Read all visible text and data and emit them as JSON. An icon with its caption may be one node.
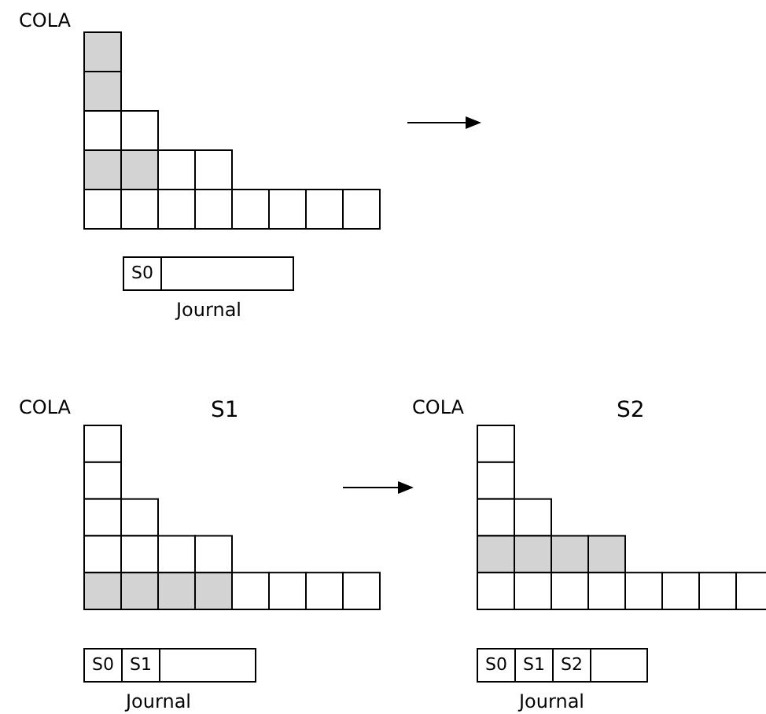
{
  "diagram": {
    "nodes": [
      {
        "text": [
          "COLA"
        ]
      },
      {
        "text": [
          "Journal"
        ]
      },
      {
        "text": [
          "S0"
        ],
        "in": 1
      },
      {
        "text": [
          "COLA",
          "S1"
        ]
      },
      {
        "text": [
          "Journal"
        ]
      },
      {
        "text": [
          "S0"
        ],
        "in": 4
      },
      {
        "text": [
          "S1"
        ],
        "in": 4
      },
      {
        "text": [
          "COLA",
          "S2"
        ]
      },
      {
        "text": [
          "Journal"
        ]
      },
      {
        "text": [
          "S0"
        ],
        "in": 8
      },
      {
        "text": [
          "S1"
        ],
        "in": 8
      },
      {
        "text": [
          "S2"
        ],
        "in": 8
      }
    ],
    "edges": [
      {
        "from": 3,
        "to": 7,
        "arrow": "to"
      }
    ]
  }
}
